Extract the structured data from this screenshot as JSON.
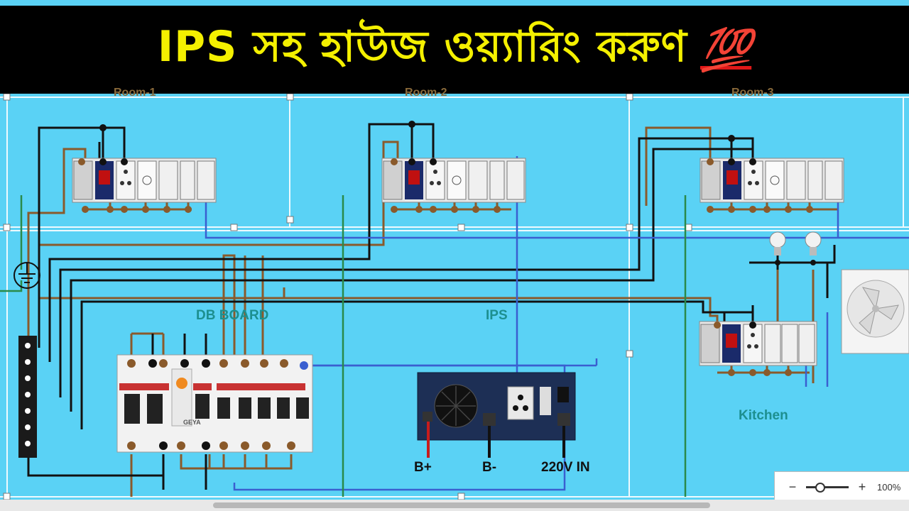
{
  "title": {
    "text": "IPS সহ হাউজ ওয়্যারিং করুণ",
    "emoji": "💯"
  },
  "labels": {
    "room1": "Room-1",
    "room2": "Room-2",
    "room3": "Room-3",
    "db_board": "DB BOARD",
    "ips": "IPS",
    "kitchen": "Kitchen",
    "b_plus": "B+",
    "b_minus": "B-",
    "ac_in": "220V IN"
  },
  "breaker_brand": "GEYA",
  "zoom": {
    "minus": "−",
    "plus": "+",
    "level": "100%",
    "level_fraction": 0.3
  },
  "colors": {
    "background": "#5ad2f5",
    "title_bg": "#000000",
    "title_text": "#f4f000",
    "phase": "#111111",
    "neutral": "#8a5a2b",
    "ips_line": "#3a5fd0",
    "earth": "#2a8a4a"
  }
}
